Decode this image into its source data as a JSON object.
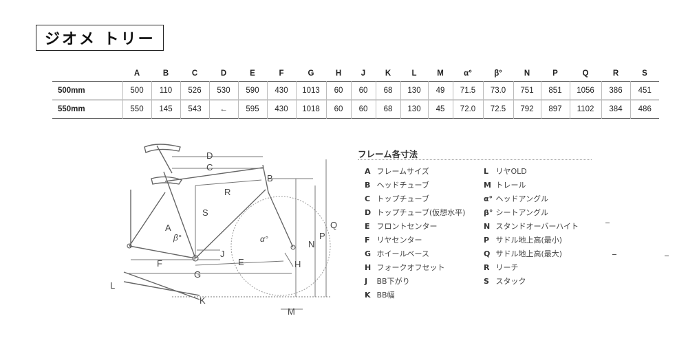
{
  "title": "ジオメ トリー",
  "table": {
    "headers": [
      "",
      "A",
      "B",
      "C",
      "D",
      "E",
      "F",
      "G",
      "H",
      "J",
      "K",
      "L",
      "M",
      "α°",
      "β°",
      "N",
      "P",
      "Q",
      "R",
      "S"
    ],
    "rows": [
      {
        "label": "500mm",
        "values": [
          "500",
          "110",
          "526",
          "530",
          "590",
          "430",
          "1013",
          "60",
          "60",
          "68",
          "130",
          "49",
          "71.5",
          "73.0",
          "751",
          "851",
          "1056",
          "386",
          "451"
        ]
      },
      {
        "label": "550mm",
        "values": [
          "550",
          "145",
          "543",
          "←",
          "595",
          "430",
          "1018",
          "60",
          "60",
          "68",
          "130",
          "45",
          "72.0",
          "72.5",
          "792",
          "897",
          "1102",
          "384",
          "486"
        ]
      }
    ]
  },
  "diagram": {
    "labels": {
      "D": "D",
      "C": "C",
      "B": "B",
      "R": "R",
      "S": "S",
      "A": "A",
      "beta": "β°",
      "alpha": "α°",
      "N": "N",
      "P": "P",
      "Q": "Q",
      "J": "J",
      "F": "F",
      "E": "E",
      "H": "H",
      "G": "G",
      "L": "L",
      "K": "K",
      "M": "M"
    }
  },
  "legend": {
    "title": "フレーム各寸法",
    "left": [
      {
        "key": "A",
        "text": "フレームサイズ"
      },
      {
        "key": "B",
        "text": "ヘッドチューブ"
      },
      {
        "key": "C",
        "text": "トップチューブ"
      },
      {
        "key": "D",
        "text": "トップチューブ(仮想水平)"
      },
      {
        "key": "E",
        "text": "フロントセンター"
      },
      {
        "key": "F",
        "text": "リヤセンター"
      },
      {
        "key": "G",
        "text": "ホイールベース"
      },
      {
        "key": "H",
        "text": "フォークオフセット"
      },
      {
        "key": "J",
        "text": "BB下がり"
      },
      {
        "key": "K",
        "text": "BB幅"
      }
    ],
    "right": [
      {
        "key": "L",
        "text": "リヤOLD"
      },
      {
        "key": "M",
        "text": "トレール"
      },
      {
        "key": "α°",
        "text": "ヘッドアングル"
      },
      {
        "key": "β°",
        "text": "シートアングル"
      },
      {
        "key": "N",
        "text": "スタンドオーバーハイト"
      },
      {
        "key": "P",
        "text": "サドル地上高(最小)"
      },
      {
        "key": "Q",
        "text": "サドル地上高(最大)"
      },
      {
        "key": "R",
        "text": "リーチ"
      },
      {
        "key": "S",
        "text": "スタック"
      }
    ]
  }
}
